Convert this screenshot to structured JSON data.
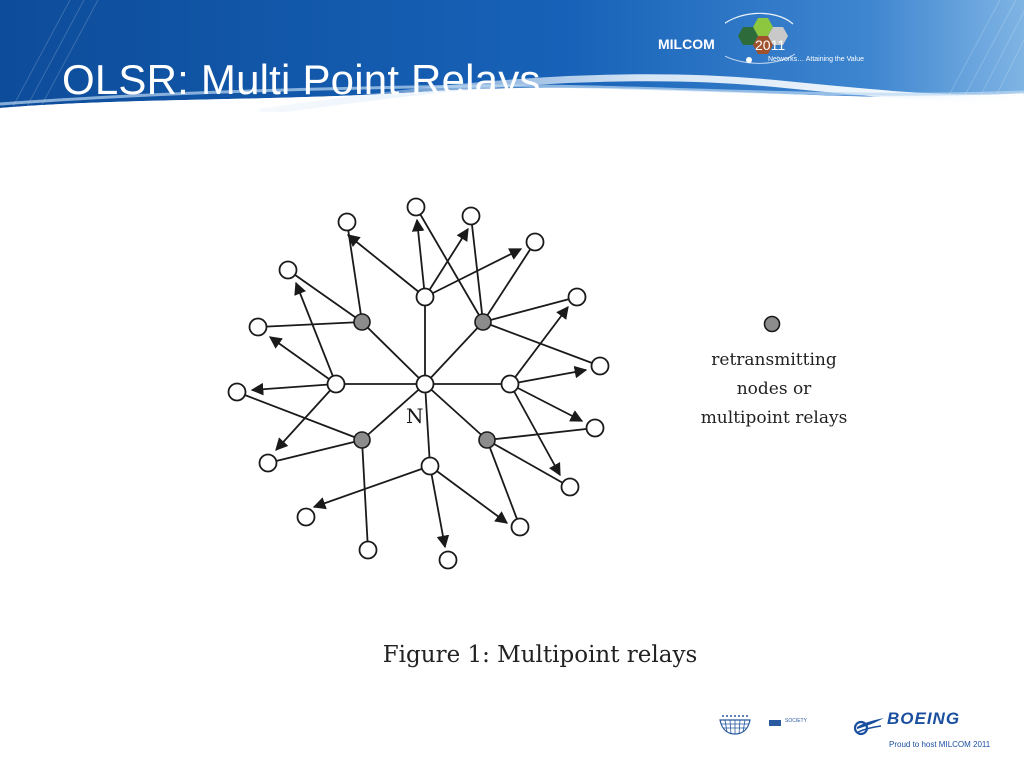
{
  "slide": {
    "title": "OLSR: Multi Point Relays"
  },
  "header_logo": {
    "name": "MILCOM",
    "year": "2011",
    "tagline": "Networks… Attaining the Value"
  },
  "diagram": {
    "center_label": "N",
    "legend": {
      "lines": [
        "retransmitting",
        "nodes or",
        "multipoint relays"
      ]
    },
    "caption": "Figure 1:  Multipoint relays",
    "colors": {
      "relay_fill": "#8c8c8c",
      "node_fill": "#ffffff",
      "stroke": "#1a1a1a"
    }
  },
  "footer": {
    "sponsor_text": "SOCIETY",
    "boeing": "BOEING",
    "tagline": "Proud to host MILCOM 2011"
  },
  "colors": {
    "header_dark": "#0d4c9a",
    "header_light": "#9fc8ec",
    "boeing_blue": "#1a4fa0"
  }
}
